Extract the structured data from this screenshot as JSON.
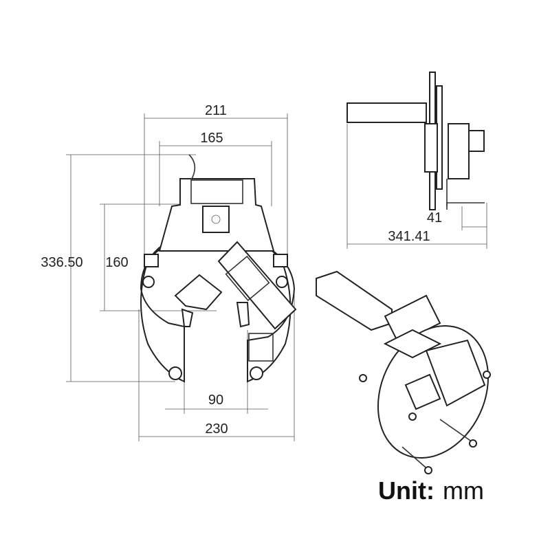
{
  "front_view": {
    "width_overall": "211",
    "width_inner": "165",
    "height_overall": "336.50",
    "height_inner": "160",
    "opening_width": "90",
    "base_width": "230"
  },
  "side_view": {
    "offset": "41",
    "length_overall": "341.41"
  },
  "unit_label": {
    "prefix": "Unit:",
    "value": "mm"
  }
}
